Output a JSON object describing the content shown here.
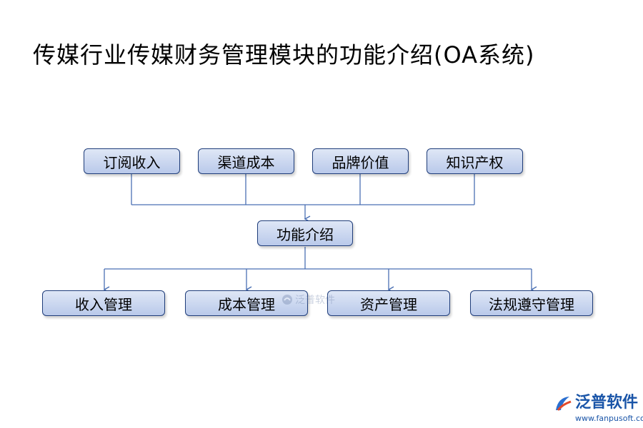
{
  "title": "传媒行业传媒财务管理模块的功能介绍(OA系统)",
  "top_boxes": [
    "订阅收入",
    "渠道成本",
    "品牌价值",
    "知识产权"
  ],
  "center_box": "功能介绍",
  "bottom_boxes": [
    "收入管理",
    "成本管理",
    "资产管理",
    "法规遵守管理"
  ],
  "watermark": {
    "text": "泛普软件",
    "icon": "fanpu-logo-icon"
  },
  "logo": {
    "name": "泛普软件",
    "url": "www.fanpusoft.com",
    "icon": "fanpu-logo-icon"
  },
  "colors": {
    "box_fill": "#c9d6ef",
    "box_border": "#1f3d7a",
    "connector": "#4a6fb3",
    "brand": "#1a55a8"
  }
}
